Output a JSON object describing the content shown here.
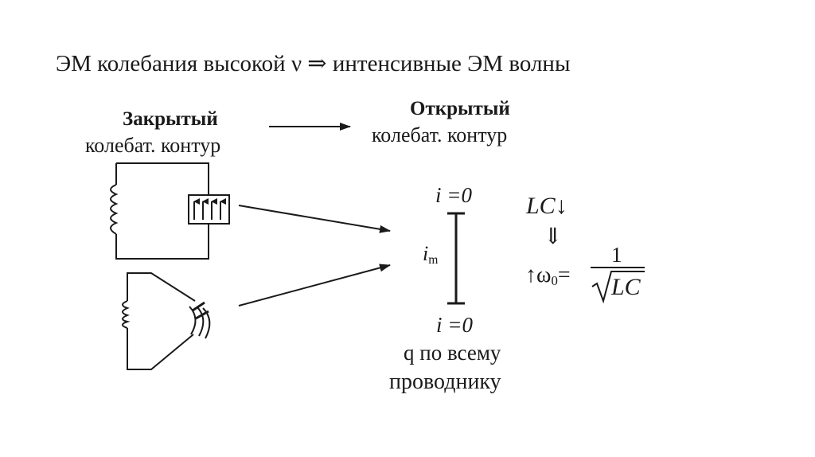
{
  "title": "ЭМ колебания высокой ν ⇒ интенсивные ЭМ волны",
  "closed_contour": {
    "label_bold": "Закрытый",
    "label": "колебат. контур"
  },
  "open_contour": {
    "label_bold": "Открытый",
    "label": "колебат. контур"
  },
  "antenna": {
    "current_end_top": "i =0",
    "current_center": "i",
    "current_center_sub": "m",
    "current_end_bottom": "i =0",
    "charge_text": "q по всему",
    "charge_text_2": "проводнику"
  },
  "formula": {
    "lc_decrease": "LC↓",
    "implies": "⇓",
    "omega_prefix": "↑ω",
    "omega_sub": "0",
    "equals": "=",
    "numerator": "1",
    "sqrt_arg": "LC"
  }
}
